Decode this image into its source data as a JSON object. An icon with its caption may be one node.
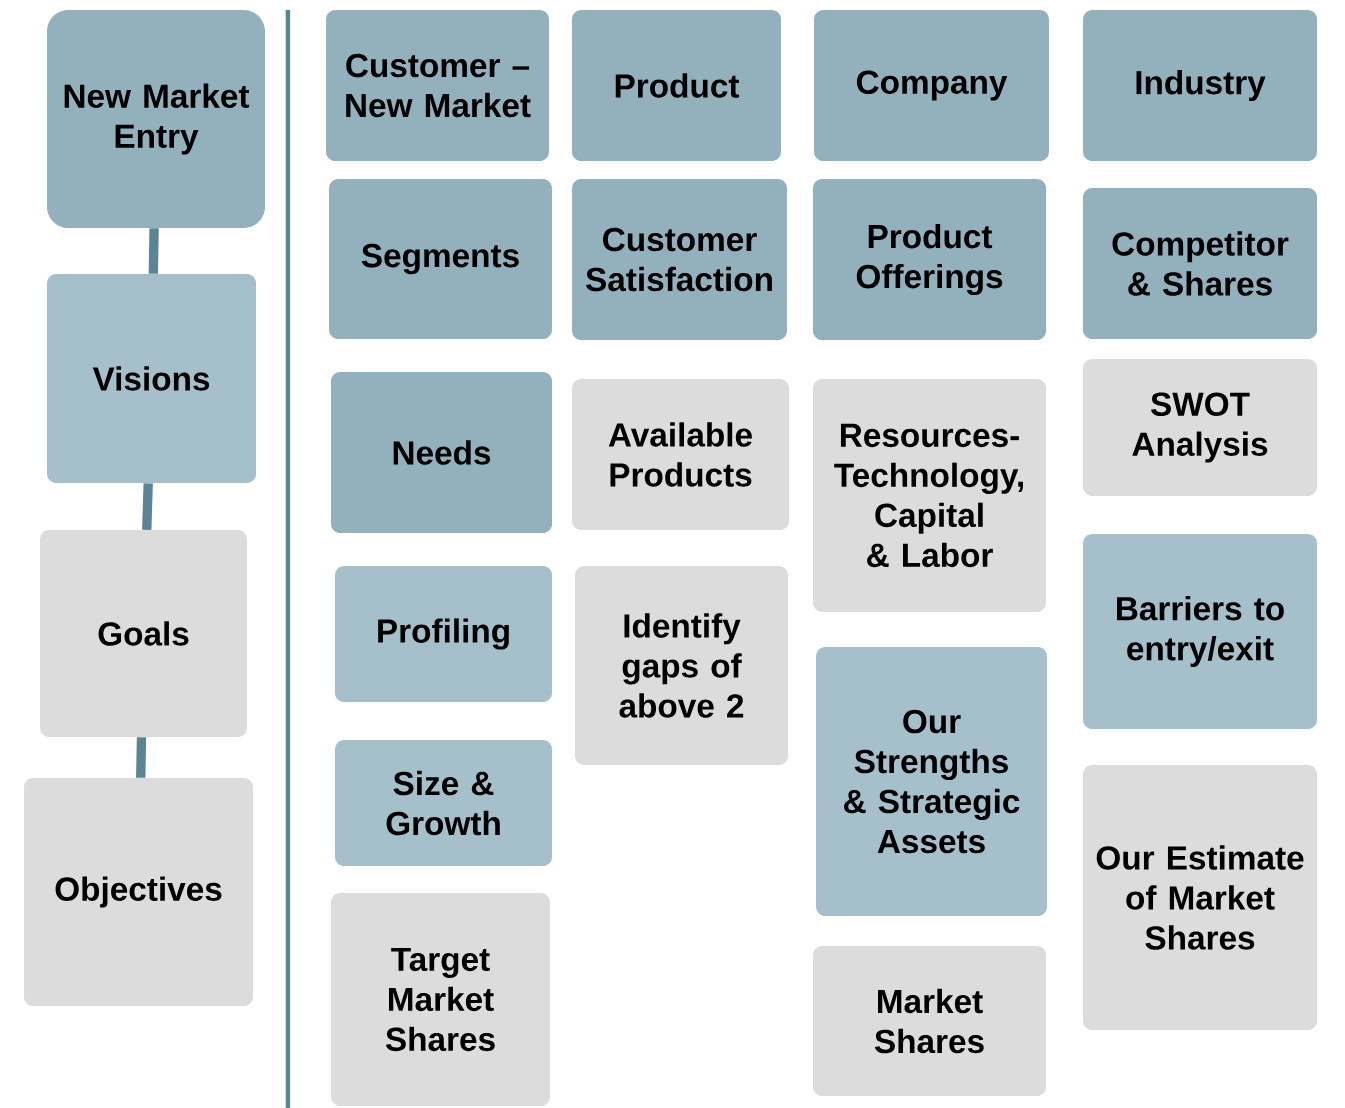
{
  "diagram": {
    "nodes": [
      {
        "text": [
          "New Market Entry"
        ]
      },
      {
        "text": [
          "Visions"
        ]
      },
      {
        "text": [
          "Goals"
        ]
      },
      {
        "text": [
          "Objectives"
        ]
      },
      {
        "text": [
          "Customer – New Market"
        ]
      },
      {
        "text": [
          "Segments"
        ]
      },
      {
        "text": [
          "Needs"
        ]
      },
      {
        "text": [
          "Profiling"
        ]
      },
      {
        "text": [
          "Size & Growth"
        ]
      },
      {
        "text": [
          "Target Market Shares"
        ]
      },
      {
        "text": [
          "Product"
        ]
      },
      {
        "text": [
          "Customer Satisfaction"
        ]
      },
      {
        "text": [
          "Available Products"
        ]
      },
      {
        "text": [
          "Identify gaps of above 2"
        ]
      },
      {
        "text": [
          "Company"
        ]
      },
      {
        "text": [
          "Product Offerings"
        ]
      },
      {
        "text": [
          "Resources-Technology, Capital & Labor"
        ]
      },
      {
        "text": [
          "Our Strengths & Strategic Assets"
        ]
      },
      {
        "text": [
          "Market Shares"
        ]
      },
      {
        "text": [
          "Industry"
        ]
      },
      {
        "text": [
          "Competitor & Shares"
        ]
      },
      {
        "text": [
          "SWOT Analysis"
        ]
      },
      {
        "text": [
          "Barriers to entry/exit"
        ]
      },
      {
        "text": [
          "Our Estimate of Market Shares"
        ]
      }
    ],
    "edges": [
      {
        "from": 0,
        "to": 1,
        "arrow": "none"
      },
      {
        "from": 1,
        "to": 2,
        "arrow": "none"
      },
      {
        "from": 2,
        "to": 3,
        "arrow": "none"
      }
    ]
  }
}
